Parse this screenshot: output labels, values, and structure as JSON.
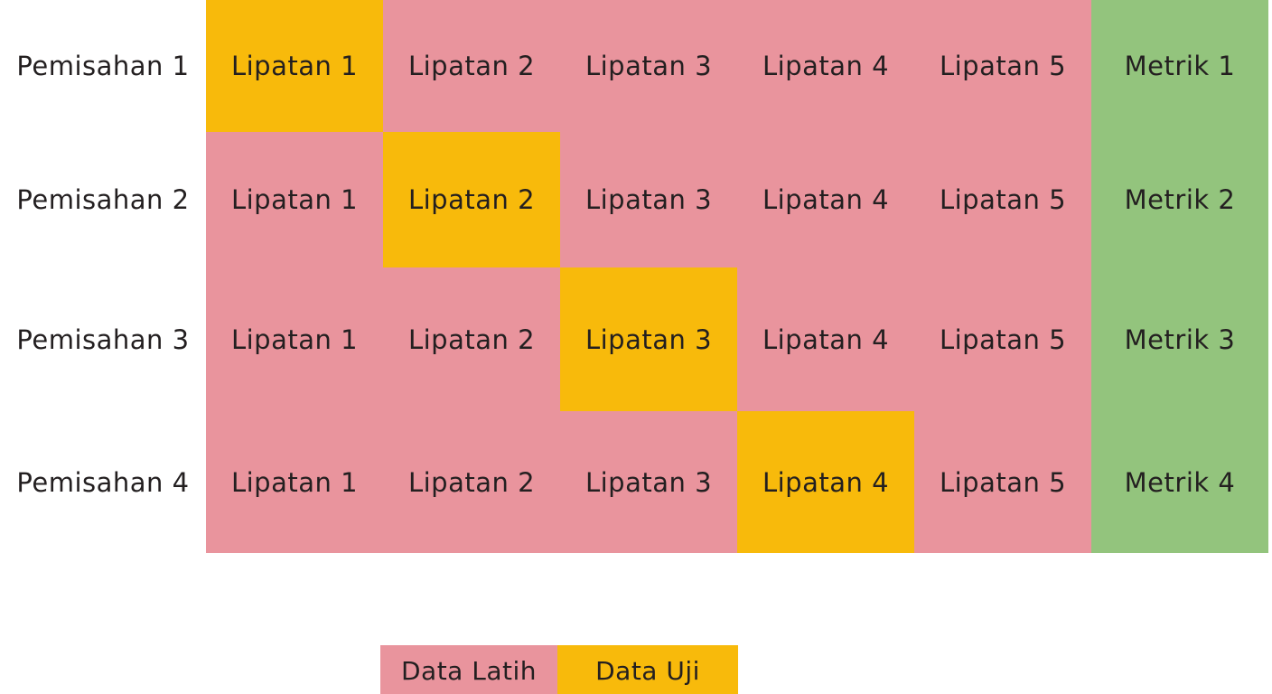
{
  "colors": {
    "train": "#E9949D",
    "test": "#F8BA0B",
    "metric": "#93C47D",
    "text": "#231F20",
    "background": "#FFFFFF"
  },
  "grid": {
    "rows": [
      {
        "label": "Pemisahan 1",
        "folds": [
          "Lipatan 1",
          "Lipatan 2",
          "Lipatan 3",
          "Lipatan 4",
          "Lipatan 5"
        ],
        "test_fold": "Lipatan 1",
        "metric": "Metrik 1"
      },
      {
        "label": "Pemisahan 2",
        "folds": [
          "Lipatan 1",
          "Lipatan 2",
          "Lipatan 3",
          "Lipatan 4",
          "Lipatan 5"
        ],
        "test_fold": "Lipatan 2",
        "metric": "Metrik 2"
      },
      {
        "label": "Pemisahan 3",
        "folds": [
          "Lipatan 1",
          "Lipatan 2",
          "Lipatan 3",
          "Lipatan 4",
          "Lipatan 5"
        ],
        "test_fold": "Lipatan 3",
        "metric": "Metrik 3"
      },
      {
        "label": "Pemisahan 4",
        "folds": [
          "Lipatan 1",
          "Lipatan 2",
          "Lipatan 3",
          "Lipatan 4",
          "Lipatan 5"
        ],
        "test_fold": "Lipatan 4",
        "metric": "Metrik 4"
      }
    ]
  },
  "legend": {
    "items": [
      {
        "label": "Data Latih",
        "type": "train"
      },
      {
        "label": "Data Uji",
        "type": "test"
      }
    ]
  }
}
